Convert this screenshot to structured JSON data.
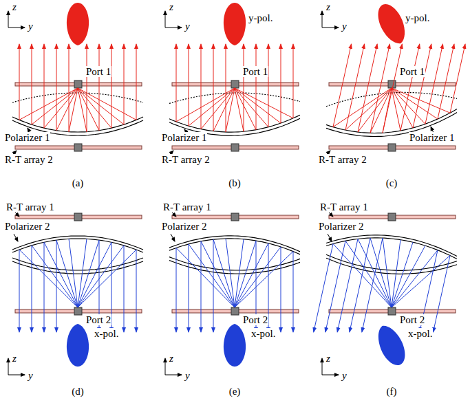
{
  "diagram": {
    "labels": [
      "z",
      "y",
      "Port 1",
      "Polarizer 1",
      "R-T array 2",
      "(a)",
      "z",
      "y",
      "y-pol.",
      "Port 1",
      "Polarizer 1",
      "R-T array 2",
      "(b)",
      "z",
      "y",
      "y-pol.",
      "Port 1",
      "Polarizer 1",
      "R-T array 2",
      "(c)",
      "R-T array 1",
      "Polarizer 2",
      "Port 2",
      "x-pol.",
      "z",
      "y",
      "(d)",
      "R-T array 1",
      "Polarizer 2",
      "Port 2",
      "x-pol.",
      "z",
      "y",
      "(e)",
      "R-T array 1",
      "Polarizer 2",
      "Port 2",
      "x-pol.",
      "z",
      "y",
      "(f)"
    ]
  }
}
